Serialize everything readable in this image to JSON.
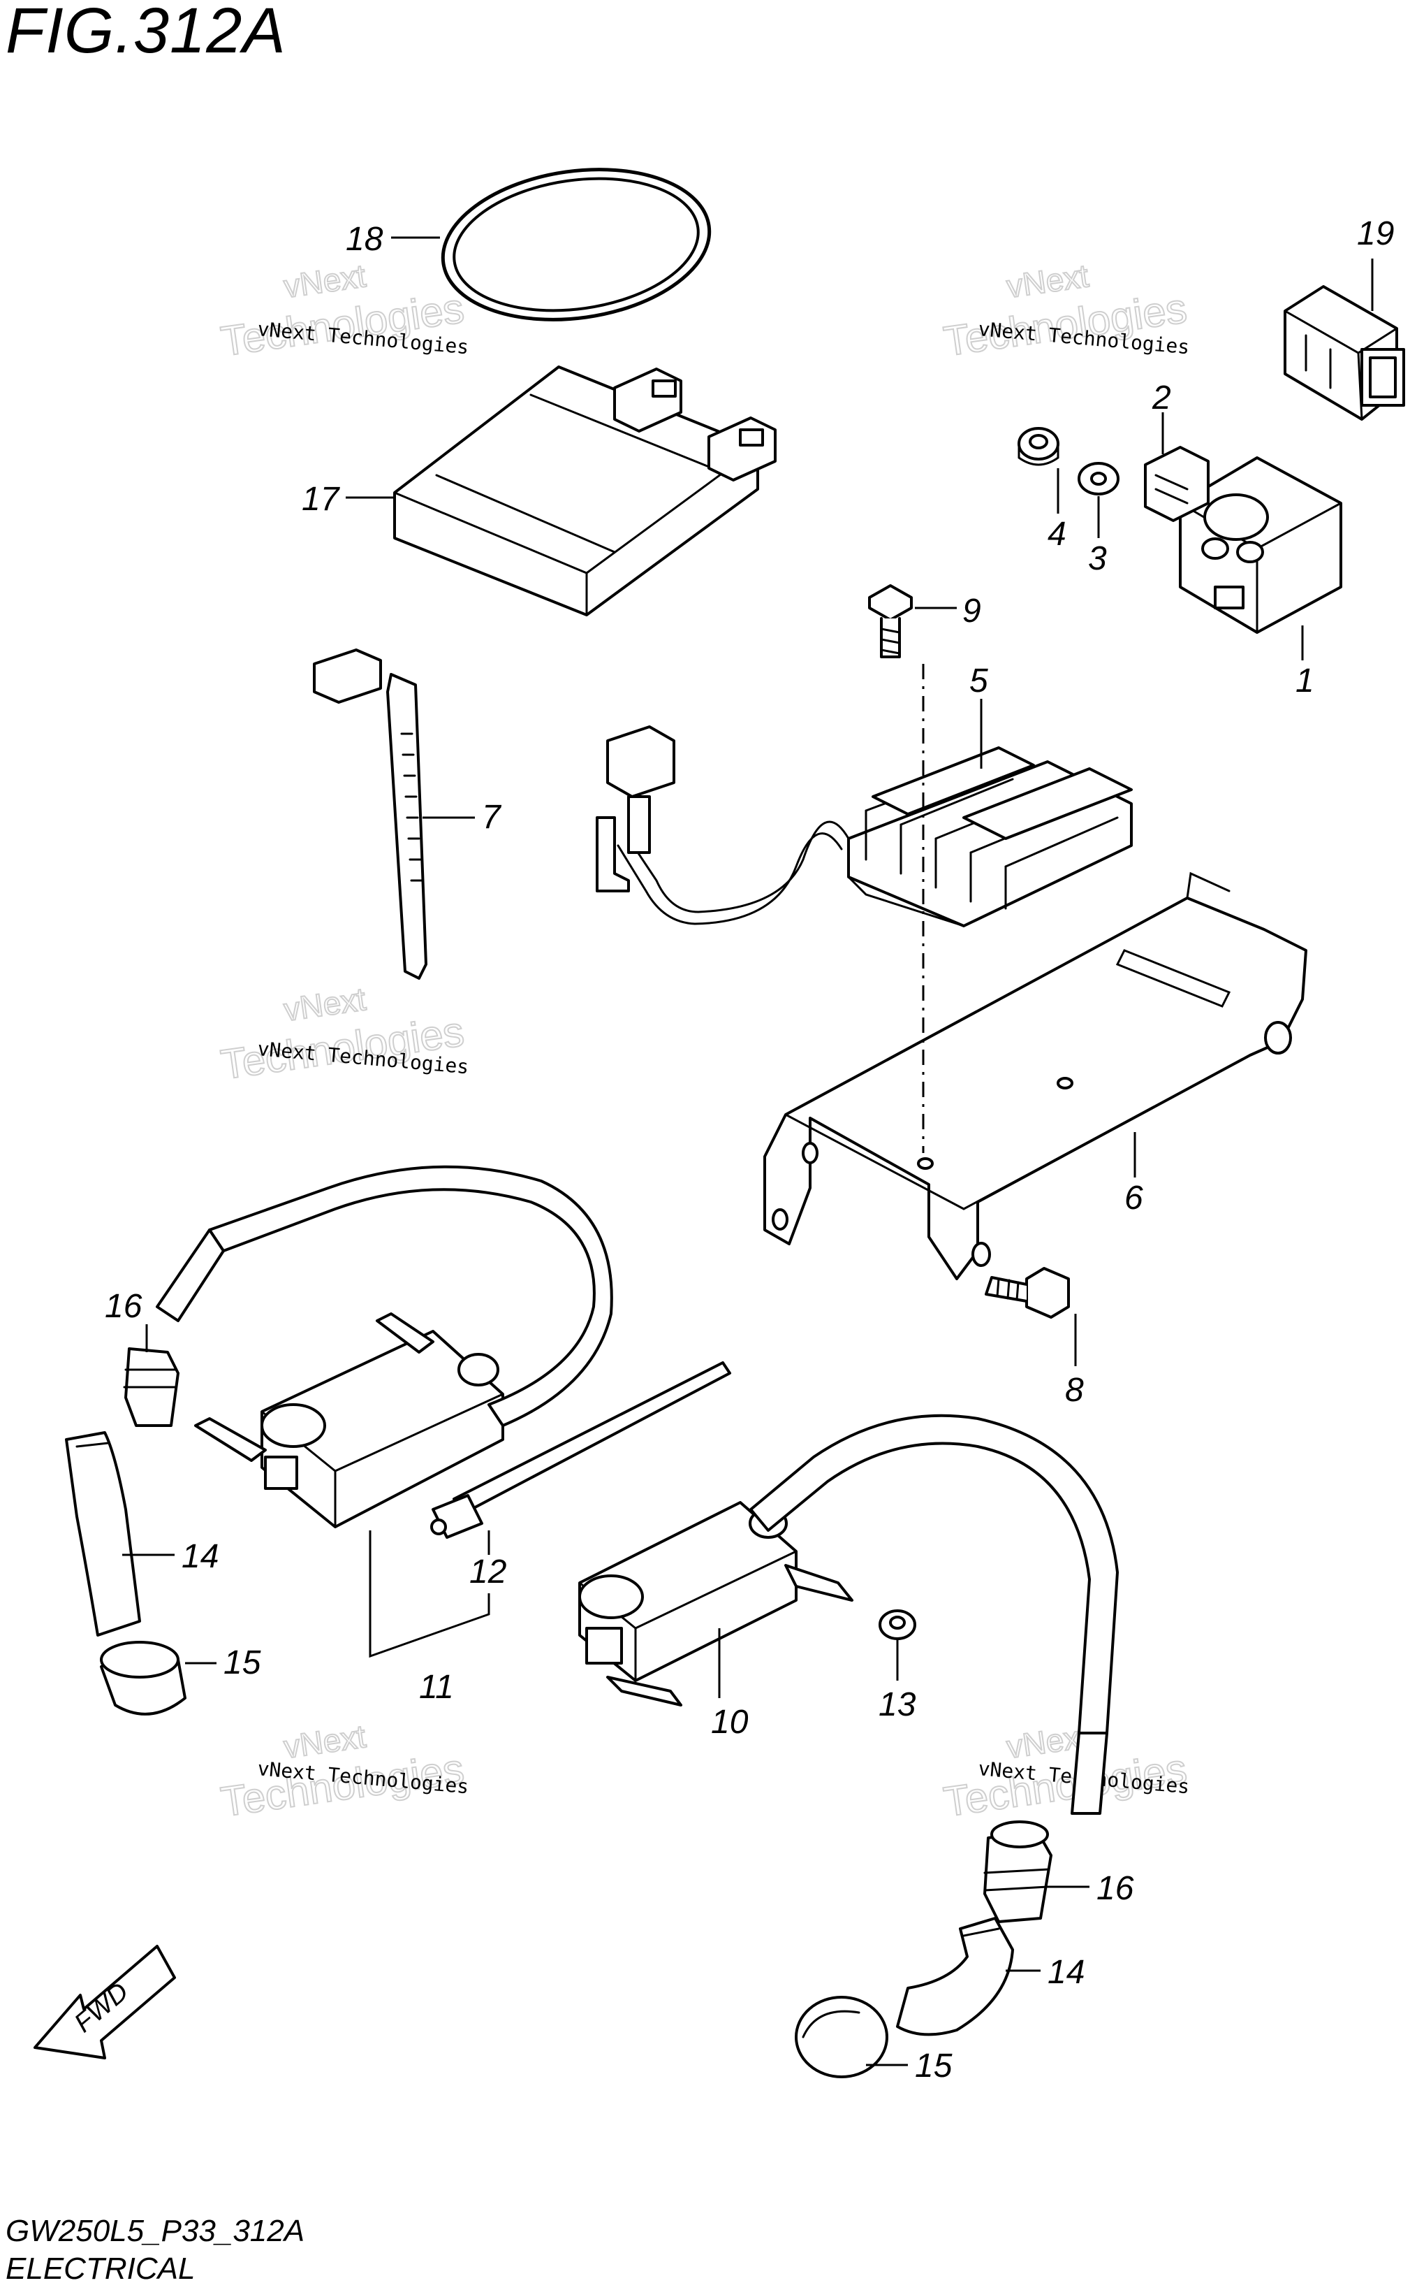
{
  "figure": {
    "title": "FIG.312A",
    "model_code": "GW250L5_P33_312A",
    "section": "ELECTRICAL",
    "fwd_label": "FWD"
  },
  "watermark": {
    "line1": "vNext Technologies",
    "line2": "vNext",
    "line3": "Technologies"
  },
  "callouts": {
    "c1": "1",
    "c2": "2",
    "c3": "3",
    "c4": "4",
    "c5": "5",
    "c6": "6",
    "c7": "7",
    "c8": "8",
    "c9": "9",
    "c10": "10",
    "c11": "11",
    "c12": "12",
    "c13": "13",
    "c14a": "14",
    "c14b": "14",
    "c15a": "15",
    "c15b": "15",
    "c16a": "16",
    "c16b": "16",
    "c17": "17",
    "c18": "18",
    "c19": "19"
  }
}
